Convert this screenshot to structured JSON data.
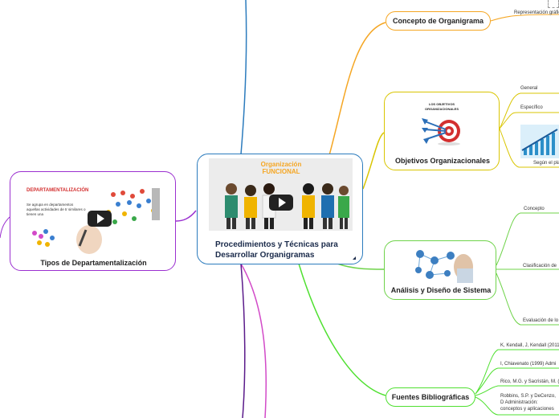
{
  "central": {
    "title": "Procedimientos y Técnicas para Desarrollar Organigramas",
    "image_caption": "Organización FUNCIONAL"
  },
  "branches": {
    "concepto": {
      "label": "Concepto de Organigrama",
      "children": [
        "Representación gráfica"
      ]
    },
    "objetivos": {
      "label": "Objetivos Organizacionales",
      "image_text": "LOS OBJETIVOS ORGANIZACIONALES",
      "children": [
        "General",
        "Específico",
        "Según el plazo"
      ]
    },
    "analisis": {
      "label": "Análisis y Diseño de Sistema",
      "children": [
        "Concepto",
        "Clasificación de",
        "Evaluación de lo"
      ]
    },
    "fuentes": {
      "label": "Fuentes Bibliográficas",
      "children": [
        "K, Kendall, J, Kendall (2011",
        "I, Chiavenato (1999) Admi",
        "Rico, M.G. y Sacristán, M. (",
        "Robbins, S.P. y DeCenzo, D Administración: conceptos y aplicaciones"
      ]
    },
    "tipos": {
      "label": "Tipos de Departamentalización",
      "image_title": "DEPARTAMENTALIZACIÓN",
      "image_text": "Se agrupa en departamentos aquellas actividades de tr similares o tienen una"
    }
  },
  "colors": {
    "orange": "#f5a623",
    "green": "#6fd34a",
    "blue": "#2b7bbd",
    "purple": "#9b30d0",
    "magenta": "#d24ac8",
    "dark_purple": "#5a1a8a"
  }
}
